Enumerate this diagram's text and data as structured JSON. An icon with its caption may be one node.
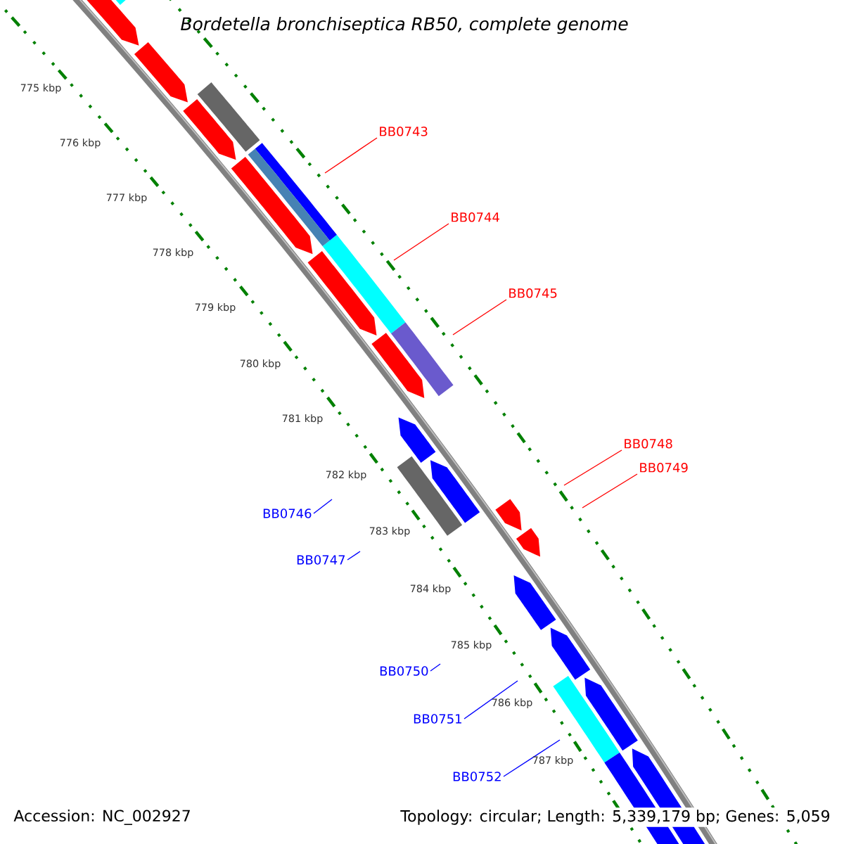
{
  "diagram": {
    "title": "Bordetella bronchiseptica RB50, complete genome",
    "nodes": [
      {
        "text": [
          "BB0743"
        ]
      },
      {
        "text": [
          "BB0744"
        ]
      },
      {
        "text": [
          "BB0745"
        ]
      },
      {
        "text": [
          "BB0748"
        ]
      },
      {
        "text": [
          "BB0749"
        ]
      },
      {
        "text": [
          "BB0746"
        ]
      },
      {
        "text": [
          "BB0747"
        ]
      },
      {
        "text": [
          "BB0750"
        ]
      },
      {
        "text": [
          "BB0751"
        ]
      },
      {
        "text": [
          "BB0752"
        ]
      }
    ],
    "edges": [
      {
        "from": 0,
        "to": null,
        "arrow": "none",
        "color": "#ff0000"
      },
      {
        "from": 1,
        "to": null,
        "arrow": "none",
        "color": "#ff0000"
      },
      {
        "from": 2,
        "to": null,
        "arrow": "none",
        "color": "#ff0000"
      },
      {
        "from": 3,
        "to": null,
        "arrow": "none",
        "color": "#ff0000"
      },
      {
        "from": 4,
        "to": null,
        "arrow": "none",
        "color": "#ff0000"
      },
      {
        "from": 5,
        "to": null,
        "arrow": "none",
        "color": "#0000ff"
      },
      {
        "from": 6,
        "to": null,
        "arrow": "none",
        "color": "#0000ff"
      },
      {
        "from": 7,
        "to": null,
        "arrow": "none",
        "color": "#0000ff"
      },
      {
        "from": 8,
        "to": null,
        "arrow": "none",
        "color": "#0000ff"
      },
      {
        "from": 9,
        "to": null,
        "arrow": "none",
        "color": "#0000ff"
      }
    ],
    "labels": [
      "775 kbp",
      "776 kbp",
      "777 kbp",
      "778 kbp",
      "779 kbp",
      "780 kbp",
      "781 kbp",
      "782 kbp",
      "783 kbp",
      "784 kbp",
      "785 kbp",
      "786 kbp",
      "787 kbp",
      "Accession: NC_002927",
      "Topology: circular; Length: 5,339,179 bp; Genes: 5,059"
    ]
  }
}
